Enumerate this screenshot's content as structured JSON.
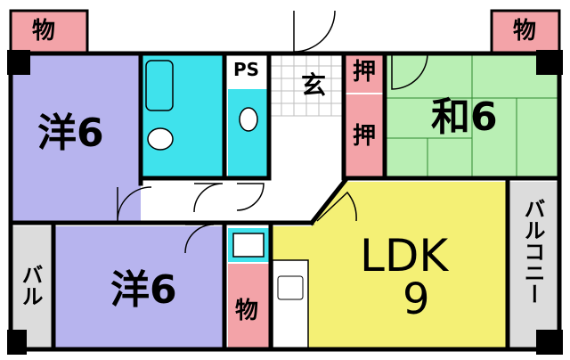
{
  "rooms": {
    "western_room_top": "洋6",
    "western_room_bottom": "洋6",
    "japanese_room": "和6",
    "ldk_line1": "LDK",
    "ldk_line2": "9",
    "entrance": "玄",
    "pipe_space": "PS",
    "closet_top": "押",
    "closet_mid": "押",
    "storage_top_left": "物",
    "storage_top_right": "物",
    "storage_bottom": "物",
    "balcony_left": "バル",
    "balcony_right": "バルコニー"
  },
  "colors": {
    "western": "#b7b4ee",
    "japanese": "#b9efb4",
    "ldk": "#f4f075",
    "wet": "#3fe2ec",
    "storage": "#f3a3a8",
    "balcony": "#dcdcdc",
    "hall": "#ffffff",
    "wall": "#000000"
  }
}
